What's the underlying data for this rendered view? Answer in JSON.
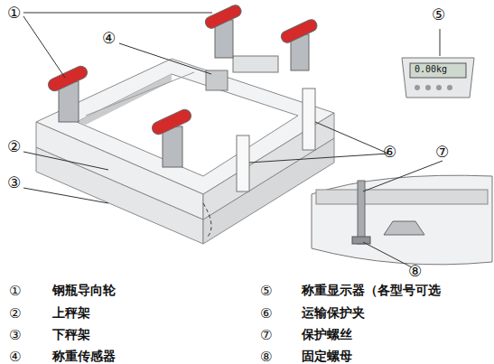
{
  "diagram": {
    "labels": [
      "①",
      "④",
      "⑤",
      "②",
      "⑥",
      "⑦",
      "③",
      "⑧",
      "0.00kg",
      "①",
      "钢瓶导向轮",
      "⑤",
      "称重显示器（各型号可选",
      "②",
      "上秤架",
      "⑥",
      "运输保护夹",
      "③",
      "下秤架",
      "⑦",
      "保护螺丝",
      "④",
      "称重传感器",
      "⑧",
      "固定螺母"
    ]
  }
}
